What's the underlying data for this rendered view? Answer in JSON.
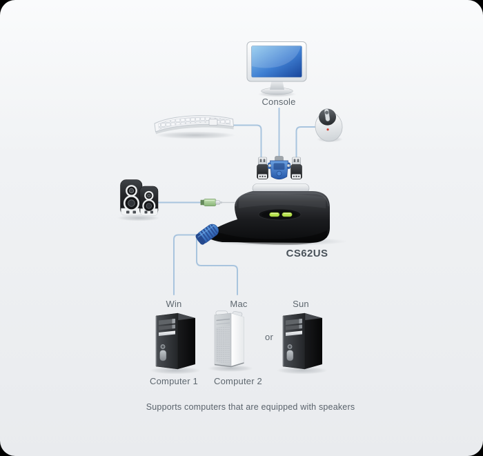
{
  "diagram": {
    "console": {
      "label": "Console",
      "devices": [
        "console-monitor-icon",
        "keyboard-icon",
        "mouse-icon",
        "speakers-icon"
      ]
    },
    "kvm": {
      "model": "CS62US",
      "led_count": 2,
      "ports": [
        "usb-connector-keyboard",
        "vga-connector-console",
        "usb-connector-mouse",
        "audio-plug-speakers",
        "kvm-cable-computers"
      ]
    },
    "computers": [
      {
        "platform": "Win",
        "name": "Computer 1"
      },
      {
        "platform": "Mac",
        "name": "Computer 2"
      },
      {
        "platform": "Sun",
        "name": ""
      }
    ],
    "or_label": "or",
    "footnote": "Supports computers that are equipped with speakers"
  },
  "colors": {
    "wire_blue": "#a8c4de",
    "led_green": "#b4e04a",
    "screen_blue": "#2f6cc0",
    "vga_blue": "#3a76c8",
    "audio_green": "#9cc78b",
    "cable_blue": "#3b72c0",
    "device_black": "#1a1c1e",
    "text_gray": "#5d666e"
  }
}
